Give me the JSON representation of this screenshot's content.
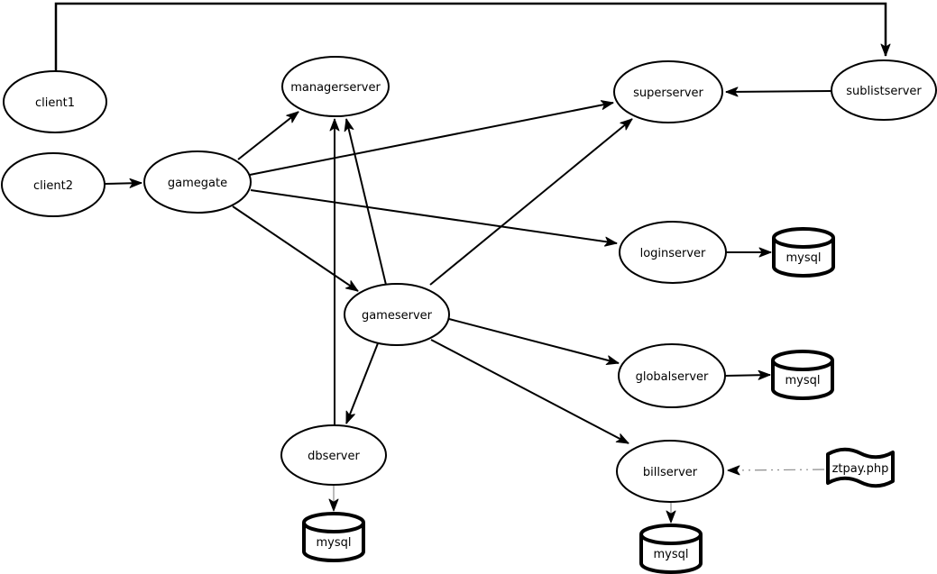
{
  "diagram": {
    "background_color": "#ffffff",
    "stroke_color": "#000000",
    "muted_stroke_color": "#8c8c8c",
    "nodes": {
      "client1": {
        "label": "client1",
        "shape": "ellipse"
      },
      "client2": {
        "label": "client2",
        "shape": "ellipse"
      },
      "gamegate": {
        "label": "gamegate",
        "shape": "ellipse"
      },
      "managerserver": {
        "label": "managerserver",
        "shape": "ellipse"
      },
      "superserver": {
        "label": "superserver",
        "shape": "ellipse"
      },
      "sublistserver": {
        "label": "sublistserver",
        "shape": "ellipse"
      },
      "loginserver": {
        "label": "loginserver",
        "shape": "ellipse"
      },
      "gameserver": {
        "label": "gameserver",
        "shape": "ellipse"
      },
      "globalserver": {
        "label": "globalserver",
        "shape": "ellipse"
      },
      "dbserver": {
        "label": "dbserver",
        "shape": "ellipse"
      },
      "billserver": {
        "label": "billserver",
        "shape": "ellipse"
      },
      "mysql_loginserver": {
        "label": "mysql",
        "shape": "cylinder"
      },
      "mysql_globalserver": {
        "label": "mysql",
        "shape": "cylinder"
      },
      "mysql_dbserver": {
        "label": "mysql",
        "shape": "cylinder"
      },
      "mysql_billserver": {
        "label": "mysql",
        "shape": "cylinder"
      },
      "ztpay": {
        "label": "ztpay.php",
        "shape": "wavy-document"
      }
    },
    "edges": [
      {
        "from": "client1",
        "to": "sublistserver",
        "style": "solid-elbow",
        "arrow": "to"
      },
      {
        "from": "client2",
        "to": "gamegate",
        "style": "solid",
        "arrow": "to"
      },
      {
        "from": "gamegate",
        "to": "managerserver",
        "style": "solid",
        "arrow": "to"
      },
      {
        "from": "gamegate",
        "to": "superserver",
        "style": "solid",
        "arrow": "to"
      },
      {
        "from": "gamegate",
        "to": "loginserver",
        "style": "solid",
        "arrow": "to"
      },
      {
        "from": "gamegate",
        "to": "gameserver",
        "style": "solid",
        "arrow": "to"
      },
      {
        "from": "gameserver",
        "to": "managerserver",
        "style": "solid",
        "arrow": "to"
      },
      {
        "from": "dbserver",
        "to": "managerserver",
        "style": "solid",
        "arrow": "to"
      },
      {
        "from": "gameserver",
        "to": "superserver",
        "style": "solid",
        "arrow": "to"
      },
      {
        "from": "gameserver",
        "to": "dbserver",
        "style": "solid",
        "arrow": "to"
      },
      {
        "from": "gameserver",
        "to": "globalserver",
        "style": "solid",
        "arrow": "to"
      },
      {
        "from": "gameserver",
        "to": "billserver",
        "style": "solid",
        "arrow": "to"
      },
      {
        "from": "sublistserver",
        "to": "superserver",
        "style": "solid",
        "arrow": "to"
      },
      {
        "from": "loginserver",
        "to": "mysql_loginserver",
        "style": "solid",
        "arrow": "to"
      },
      {
        "from": "globalserver",
        "to": "mysql_globalserver",
        "style": "solid",
        "arrow": "to"
      },
      {
        "from": "dbserver",
        "to": "mysql_dbserver",
        "style": "thin",
        "arrow": "to"
      },
      {
        "from": "billserver",
        "to": "mysql_billserver",
        "style": "thin",
        "arrow": "to"
      },
      {
        "from": "ztpay",
        "to": "billserver",
        "style": "dash-dot",
        "arrow": "to"
      }
    ]
  }
}
